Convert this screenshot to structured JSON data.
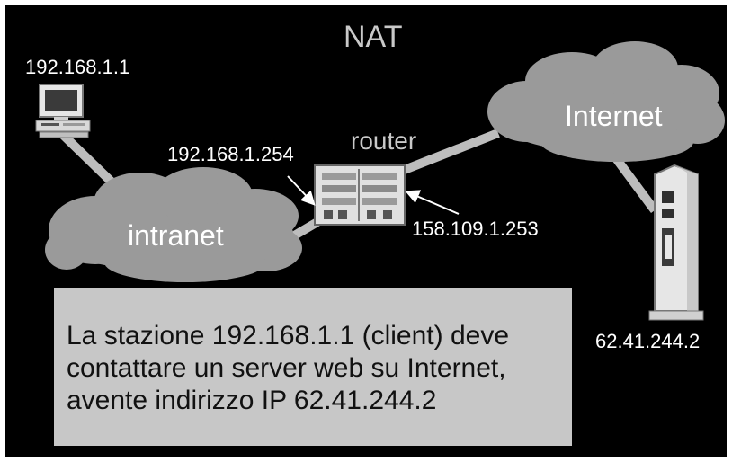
{
  "title": "NAT",
  "client": {
    "ip": "192.168.1.1",
    "icon": "desktop-computer-icon"
  },
  "router": {
    "label": "router",
    "internal_ip": "192.168.1.254",
    "external_ip": "158.109.1.253",
    "icon": "router-rack-icon"
  },
  "networks": {
    "intranet_label": "intranet",
    "internet_label": "Internet"
  },
  "server": {
    "ip": "62.41.244.2",
    "icon": "server-tower-icon"
  },
  "description": {
    "lines": [
      "La stazione 192.168.1.1 (client) deve",
      "contattare un server web su Internet,",
      "avente indirizzo IP 62.41.244.2"
    ]
  },
  "colors": {
    "background": "#000000",
    "cloud": "#9a9a9a",
    "link": "#bdbdbd",
    "box": "#c7c7c7"
  }
}
